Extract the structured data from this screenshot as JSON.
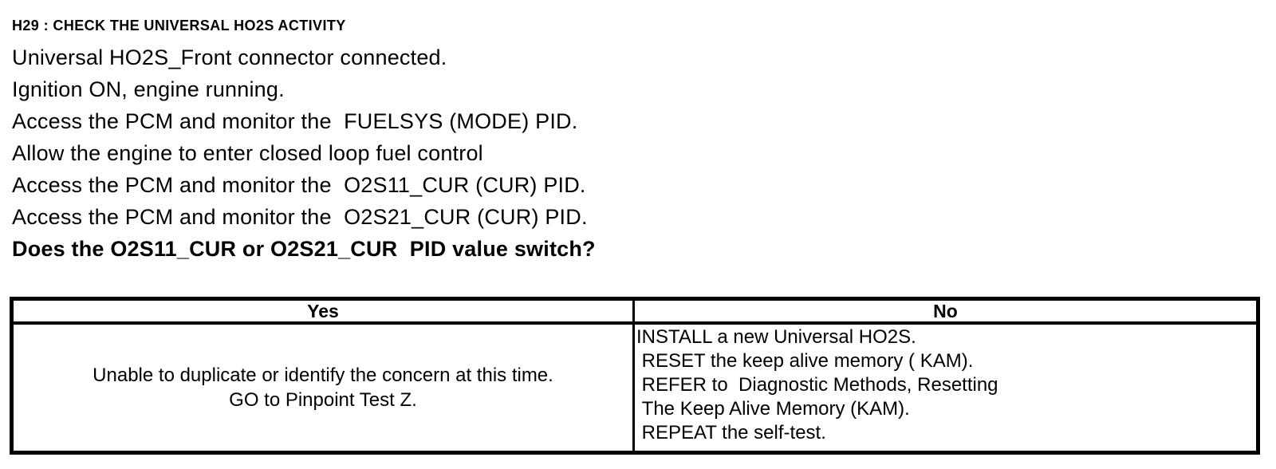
{
  "document": {
    "title": "H29 : CHECK THE UNIVERSAL HO2S ACTIVITY",
    "procedure_lines": [
      "Universal HO2S_Front connector connected.",
      "Ignition ON, engine running.",
      "Access the PCM and monitor the  FUELSYS (MODE) PID.",
      "Allow the engine to enter closed loop fuel control",
      "Access the PCM and monitor the  O2S11_CUR (CUR) PID.",
      "Access the PCM and monitor the  O2S21_CUR (CUR) PID."
    ],
    "question": "Does the O2S11_CUR or O2S21_CUR  PID value switch?"
  },
  "results_table": {
    "yes": {
      "header": "Yes",
      "lines": [
        "Unable to duplicate or identify the concern at this time.",
        "GO to Pinpoint Test Z."
      ]
    },
    "no": {
      "header": "No",
      "lines": [
        "INSTALL a new Universal HO2S.",
        " RESET the keep alive memory ( KAM).",
        " REFER to  Diagnostic Methods, Resetting",
        " The Keep Alive Memory (KAM).",
        " REPEAT the self-test."
      ]
    }
  },
  "colors": {
    "text": "#000000",
    "background": "#ffffff",
    "border": "#000000"
  }
}
